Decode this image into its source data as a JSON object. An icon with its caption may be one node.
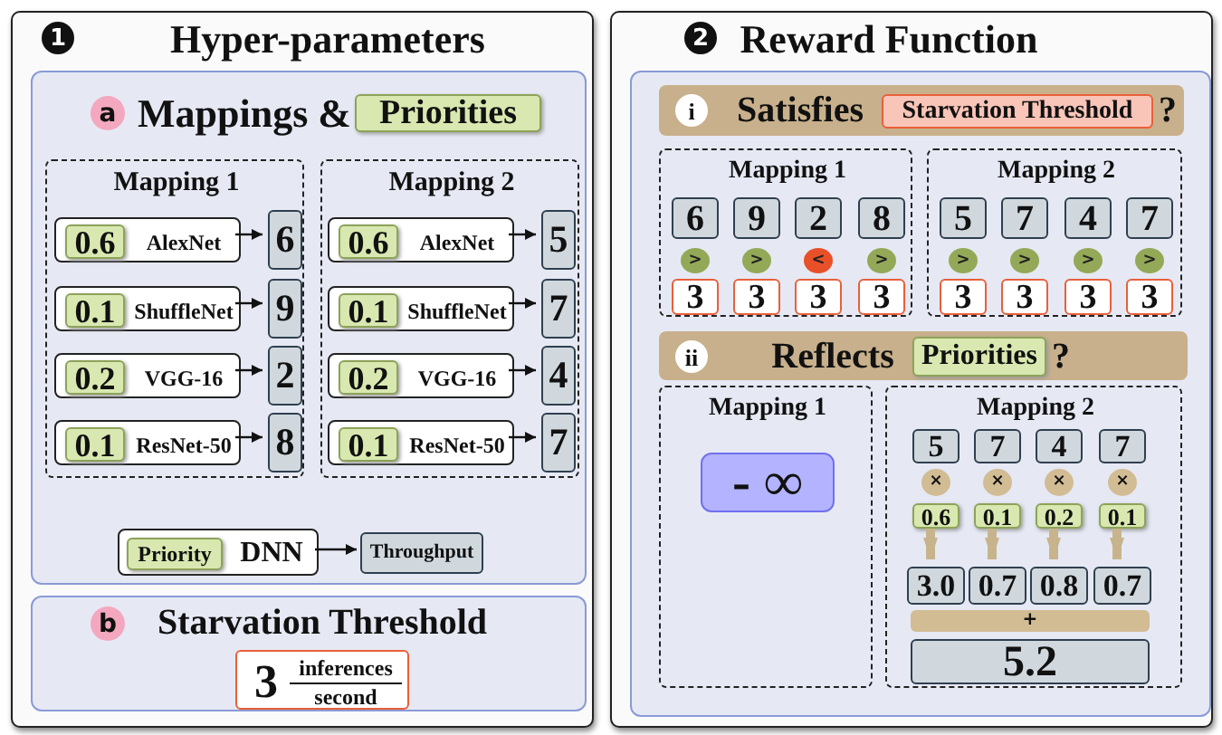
{
  "diagram": {
    "nodes": [
      {
        "text": [
          "1",
          "Hyper-parameters"
        ]
      },
      {
        "text": [
          "a",
          "Mappings &"
        ],
        "in": 0
      },
      {
        "text": [
          "Priorities"
        ],
        "in": 1
      },
      {
        "text": [
          "Mapping 1"
        ],
        "in": 1
      },
      {
        "text": [
          "AlexNet"
        ],
        "in": 3
      },
      {
        "text": [
          "0.6"
        ],
        "in": 4
      },
      {
        "text": [
          "6"
        ],
        "in": 3
      },
      {
        "text": [
          "ShuffleNet"
        ],
        "in": 3
      },
      {
        "text": [
          "0.1"
        ],
        "in": 7
      },
      {
        "text": [
          "9"
        ],
        "in": 3
      },
      {
        "text": [
          "VGG-16"
        ],
        "in": 3
      },
      {
        "text": [
          "0.2"
        ],
        "in": 10
      },
      {
        "text": [
          "2"
        ],
        "in": 3
      },
      {
        "text": [
          "ResNet-50"
        ],
        "in": 3
      },
      {
        "text": [
          "0.1"
        ],
        "in": 13
      },
      {
        "text": [
          "8"
        ],
        "in": 3
      },
      {
        "text": [
          "Mapping 2"
        ],
        "in": 1
      },
      {
        "text": [
          "AlexNet"
        ],
        "in": 16
      },
      {
        "text": [
          "0.6"
        ],
        "in": 17
      },
      {
        "text": [
          "5"
        ],
        "in": 16
      },
      {
        "text": [
          "ShuffleNet"
        ],
        "in": 16
      },
      {
        "text": [
          "0.1"
        ],
        "in": 20
      },
      {
        "text": [
          "7"
        ],
        "in": 16
      },
      {
        "text": [
          "VGG-16"
        ],
        "in": 16
      },
      {
        "text": [
          "0.2"
        ],
        "in": 23
      },
      {
        "text": [
          "4"
        ],
        "in": 16
      },
      {
        "text": [
          "ResNet-50"
        ],
        "in": 16
      },
      {
        "text": [
          "0.1"
        ],
        "in": 26
      },
      {
        "text": [
          "7"
        ],
        "in": 16
      },
      {
        "text": [
          "DNN"
        ],
        "in": 1
      },
      {
        "text": [
          "Priority"
        ],
        "in": 29
      },
      {
        "text": [
          "Throughput"
        ],
        "in": 1
      },
      {
        "text": [
          "b",
          "Starvation Threshold"
        ],
        "in": 0
      },
      {
        "text": [
          "3",
          "inferences",
          "second"
        ],
        "in": 32
      },
      {
        "text": [
          "2",
          "Reward Function"
        ]
      },
      {
        "text": [],
        "shape": "box",
        "in": 34
      },
      {
        "text": [
          "i",
          "Satisfies",
          "?"
        ],
        "in": 35
      },
      {
        "text": [
          "Starvation Threshold"
        ],
        "in": 36
      },
      {
        "text": [
          "Mapping 1"
        ],
        "in": 35
      },
      {
        "text": [
          "6"
        ],
        "in": 38
      },
      {
        "text": [
          ">"
        ],
        "in": 38
      },
      {
        "text": [
          "3"
        ],
        "in": 38
      },
      {
        "text": [
          "9"
        ],
        "in": 38
      },
      {
        "text": [
          ">"
        ],
        "in": 38
      },
      {
        "text": [
          "3"
        ],
        "in": 38
      },
      {
        "text": [
          "2"
        ],
        "in": 38
      },
      {
        "text": [
          "<"
        ],
        "in": 38
      },
      {
        "text": [
          "3"
        ],
        "in": 38
      },
      {
        "text": [
          "8"
        ],
        "in": 38
      },
      {
        "text": [
          ">"
        ],
        "in": 38
      },
      {
        "text": [
          "3"
        ],
        "in": 38
      },
      {
        "text": [
          "Mapping 2"
        ],
        "in": 35
      },
      {
        "text": [
          "5"
        ],
        "in": 51
      },
      {
        "text": [
          ">"
        ],
        "in": 51
      },
      {
        "text": [
          "3"
        ],
        "in": 51
      },
      {
        "text": [
          "7"
        ],
        "in": 51
      },
      {
        "text": [
          ">"
        ],
        "in": 51
      },
      {
        "text": [
          "3"
        ],
        "in": 51
      },
      {
        "text": [
          "4"
        ],
        "in": 51
      },
      {
        "text": [
          ">"
        ],
        "in": 51
      },
      {
        "text": [
          "3"
        ],
        "in": 51
      },
      {
        "text": [
          "7"
        ],
        "in": 51
      },
      {
        "text": [
          ">"
        ],
        "in": 51
      },
      {
        "text": [
          "3"
        ],
        "in": 51
      },
      {
        "text": [
          "ii",
          "Reflects",
          "?"
        ],
        "in": 35
      },
      {
        "text": [
          "Priorities"
        ],
        "in": 64
      },
      {
        "text": [
          "Mapping 1"
        ],
        "in": 35
      },
      {
        "text": [
          "- ∞"
        ],
        "in": 66
      },
      {
        "text": [
          "Mapping 2"
        ],
        "in": 35
      },
      {
        "text": [
          "5"
        ],
        "in": 68
      },
      {
        "text": [
          "×"
        ],
        "in": 68
      },
      {
        "text": [
          "0.6"
        ],
        "in": 68
      },
      {
        "text": [
          "3.0"
        ],
        "in": 68
      },
      {
        "text": [
          "7"
        ],
        "in": 68
      },
      {
        "text": [
          "×"
        ],
        "in": 68
      },
      {
        "text": [
          "0.1"
        ],
        "in": 68
      },
      {
        "text": [
          "0.7"
        ],
        "in": 68
      },
      {
        "text": [
          "4"
        ],
        "in": 68
      },
      {
        "text": [
          "×"
        ],
        "in": 68
      },
      {
        "text": [
          "0.2"
        ],
        "in": 68
      },
      {
        "text": [
          "0.8"
        ],
        "in": 68
      },
      {
        "text": [
          "7"
        ],
        "in": 68
      },
      {
        "text": [
          "×"
        ],
        "in": 68
      },
      {
        "text": [
          "0.1"
        ],
        "in": 68
      },
      {
        "text": [
          "0.7"
        ],
        "in": 68
      },
      {
        "text": [
          "+"
        ],
        "in": 68
      },
      {
        "text": [
          "5.2"
        ],
        "in": 68
      }
    ],
    "edges": [
      {
        "from": 4,
        "to": 6,
        "arrow": "to"
      },
      {
        "from": 7,
        "to": 9,
        "arrow": "to"
      },
      {
        "from": 10,
        "to": 12,
        "arrow": "to"
      },
      {
        "from": 13,
        "to": 15,
        "arrow": "to"
      },
      {
        "from": 17,
        "to": 19,
        "arrow": "to"
      },
      {
        "from": 20,
        "to": 22,
        "arrow": "to"
      },
      {
        "from": 23,
        "to": 25,
        "arrow": "to"
      },
      {
        "from": 26,
        "to": 28,
        "arrow": "to"
      },
      {
        "from": 29,
        "to": 31,
        "arrow": "to"
      },
      {
        "from": 71,
        "to": 72,
        "arrow": "to",
        "style": "thick",
        "color": "#c8b48c"
      },
      {
        "from": 75,
        "to": 76,
        "arrow": "to",
        "style": "thick",
        "color": "#c8b48c"
      },
      {
        "from": 79,
        "to": 80,
        "arrow": "to",
        "style": "thick",
        "color": "#c8b48c"
      },
      {
        "from": 83,
        "to": 84,
        "arrow": "to",
        "style": "thick",
        "color": "#c8b48c"
      }
    ]
  }
}
